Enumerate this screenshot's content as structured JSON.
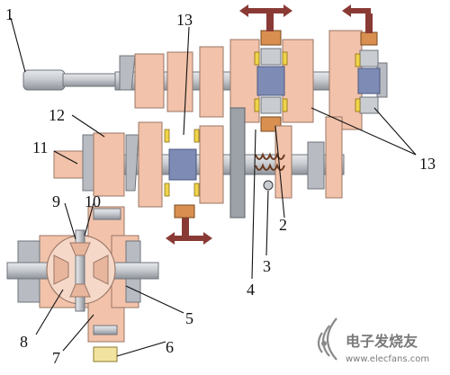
{
  "colors": {
    "gear": "#f2c2aa",
    "gear_edge": "#9a7766",
    "shaft": "#c9ccd1",
    "shaft_dark": "#8a8f96",
    "synchro": "#7d8bb5",
    "arrow": "#8a3a34",
    "fork": "#d88f4f",
    "ring": "#f0d44a"
  },
  "labels": {
    "l1": "1",
    "l2": "2",
    "l3": "3",
    "l4": "4",
    "l5": "5",
    "l6": "6",
    "l7": "7",
    "l8": "8",
    "l9": "9",
    "l10": "10",
    "l11": "11",
    "l12": "12",
    "l13_top": "13",
    "l13_right": "13"
  },
  "watermark": {
    "main": "电子发烧友",
    "url": "www.elecfans.com"
  }
}
